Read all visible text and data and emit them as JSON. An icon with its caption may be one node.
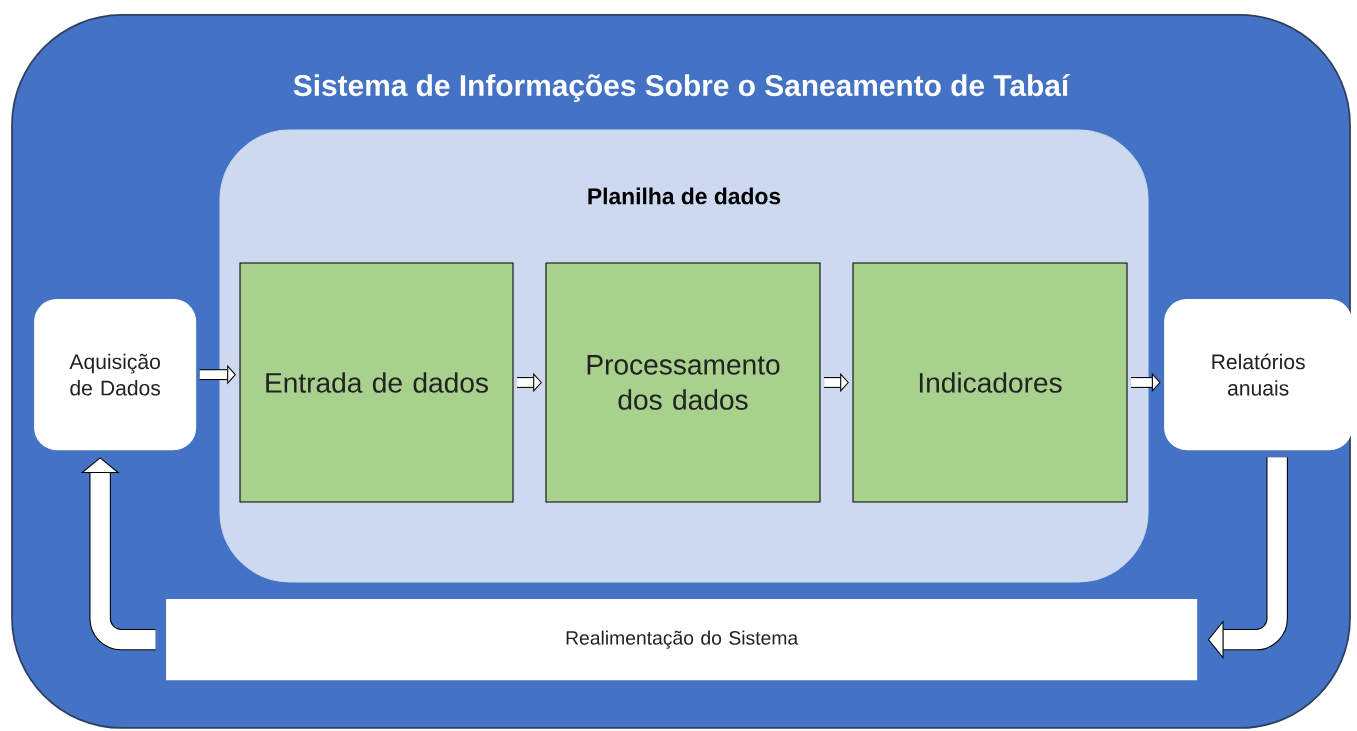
{
  "diagram": {
    "nodes": [
      {
        "text": [
          "Sistema de Informações Sobre o Saneamento de Tabaí"
        ]
      },
      {
        "text": [
          "Aquisição de Dados"
        ],
        "in": 0
      },
      {
        "text": [
          "Planilha de dados"
        ],
        "in": 0
      },
      {
        "text": [
          "Entrada de dados"
        ],
        "in": 2
      },
      {
        "text": [
          "Processamento dos dados"
        ],
        "in": 2
      },
      {
        "text": [
          "Indicadores"
        ],
        "in": 2
      },
      {
        "text": [
          "Relatórios anuais"
        ],
        "in": 0
      },
      {
        "text": [
          "Realimentação do Sistema"
        ],
        "in": 0
      }
    ],
    "edges": [
      {
        "from": 1,
        "to": 3,
        "arrow": "to"
      },
      {
        "from": 3,
        "to": 4,
        "arrow": "to"
      },
      {
        "from": 4,
        "to": 5,
        "arrow": "to"
      },
      {
        "from": 5,
        "to": 6,
        "arrow": "to"
      },
      {
        "from": 6,
        "to": 7,
        "arrow": "to",
        "style": "thick"
      },
      {
        "from": 7,
        "to": 1,
        "arrow": "to",
        "style": "thick"
      }
    ]
  }
}
